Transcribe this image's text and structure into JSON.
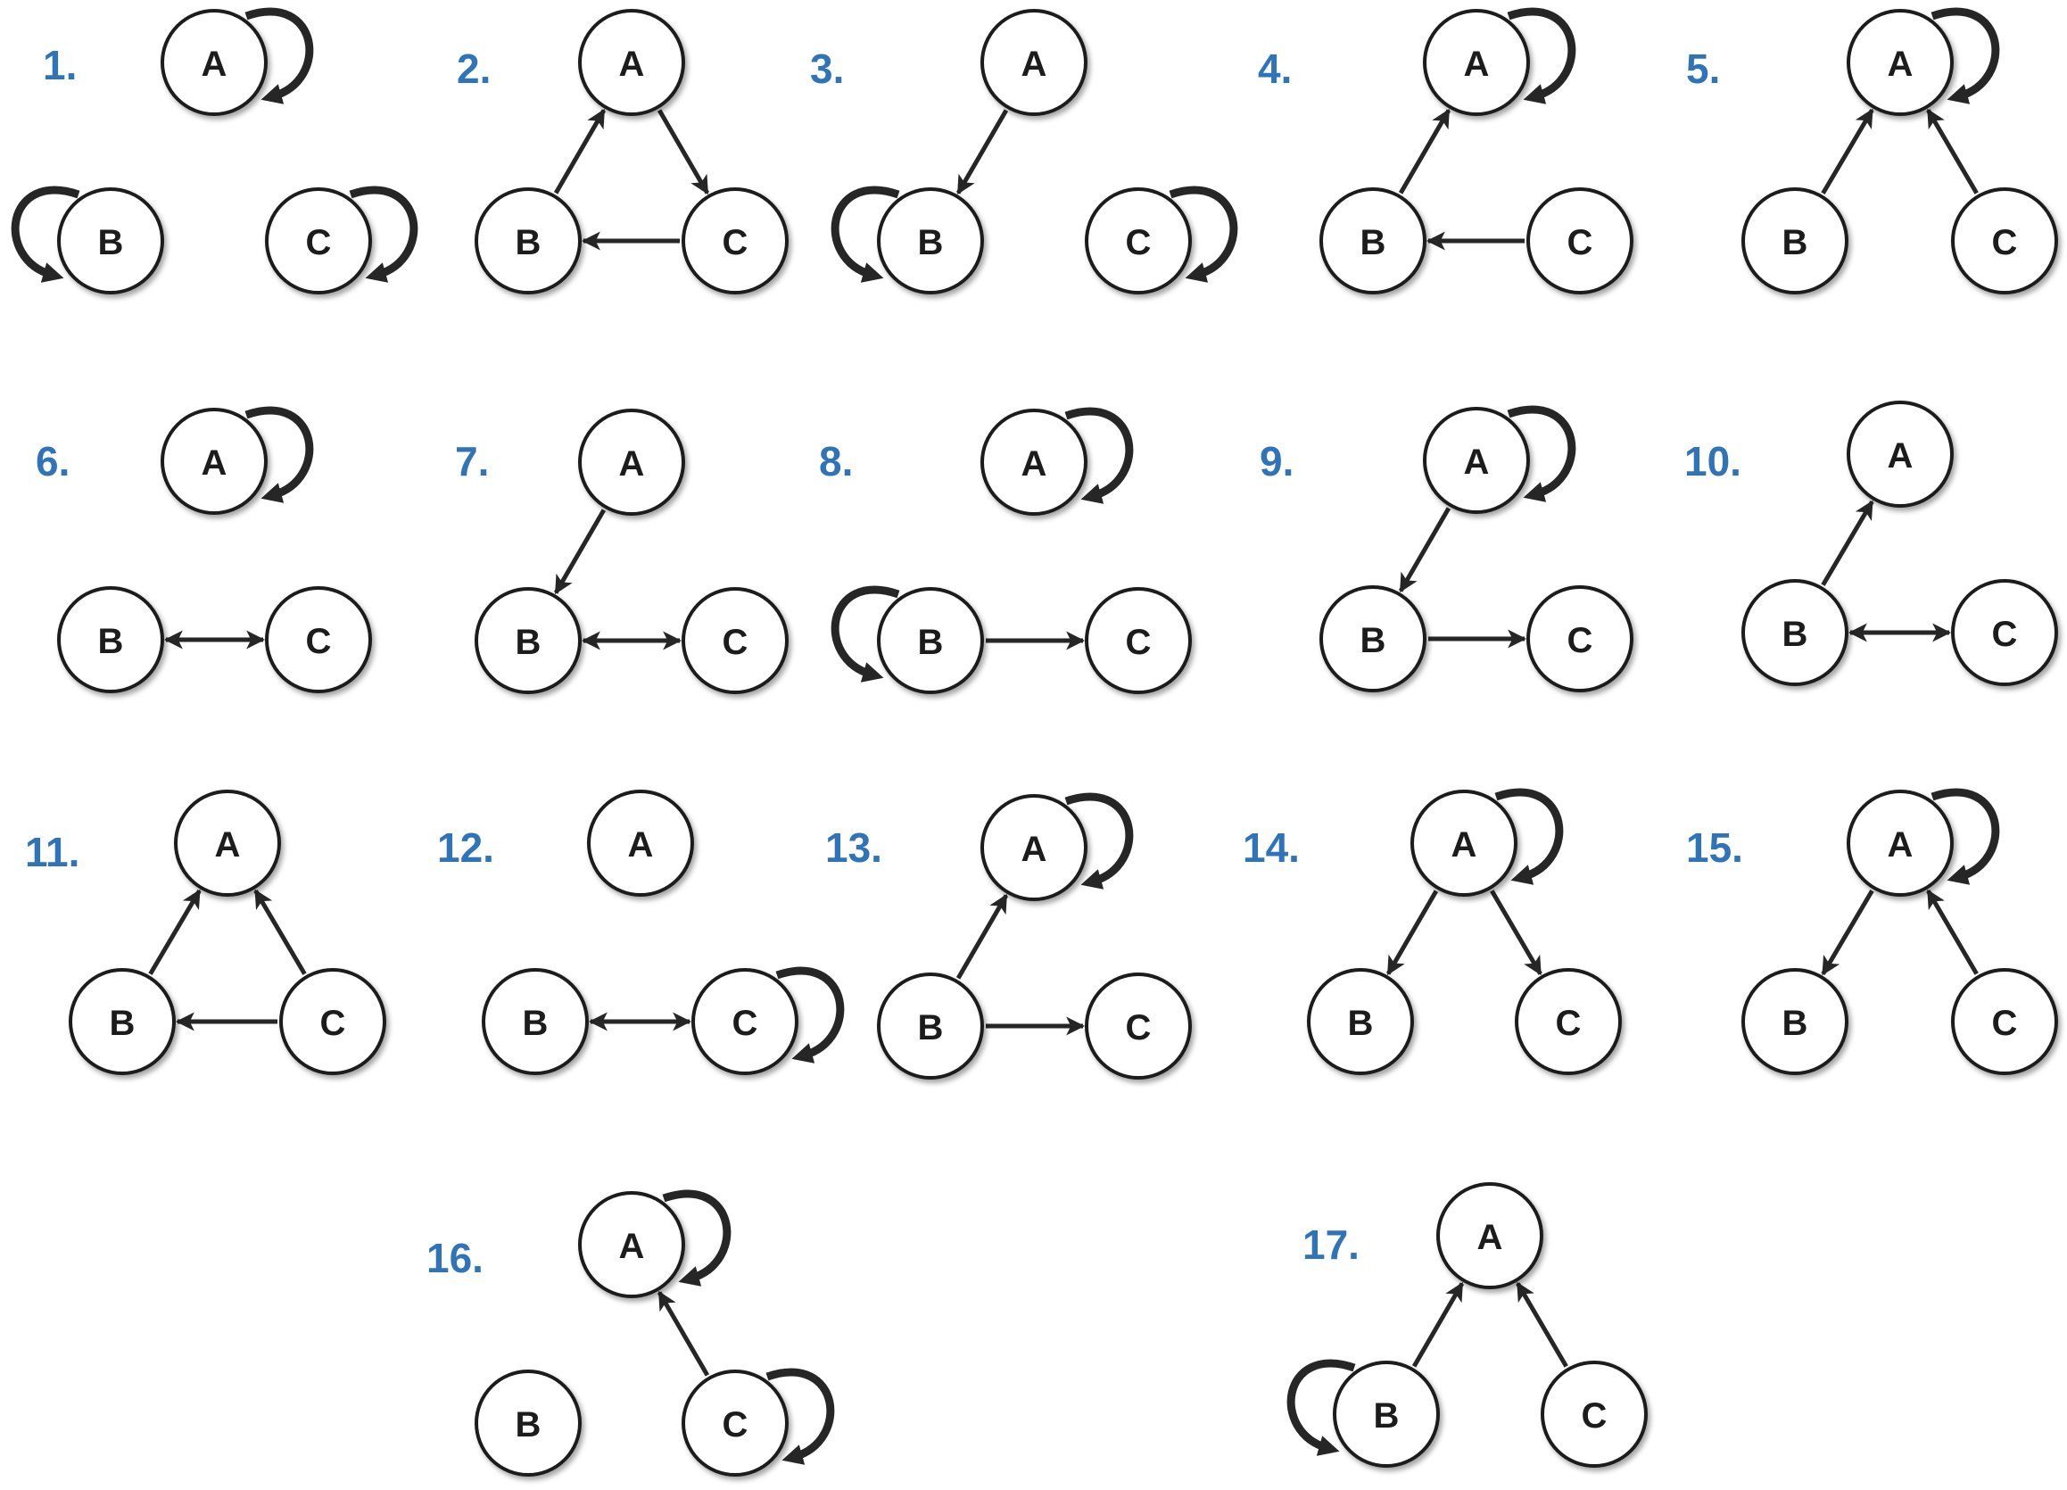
{
  "colors": {
    "number": "#2f74b9",
    "stroke": "#1c1c1c",
    "edge": "#262626",
    "node_fill": "#ffffff"
  },
  "node_labels": {
    "A": "A",
    "B": "B",
    "C": "C"
  },
  "panels": [
    {
      "id": 1,
      "label": "1.",
      "self_loops": [
        "A",
        "B",
        "C"
      ],
      "edges": []
    },
    {
      "id": 2,
      "label": "2.",
      "self_loops": [],
      "edges": [
        {
          "from": "B",
          "to": "A"
        },
        {
          "from": "A",
          "to": "C"
        },
        {
          "from": "C",
          "to": "B"
        }
      ]
    },
    {
      "id": 3,
      "label": "3.",
      "self_loops": [
        "B",
        "C"
      ],
      "edges": [
        {
          "from": "A",
          "to": "B"
        }
      ]
    },
    {
      "id": 4,
      "label": "4.",
      "self_loops": [
        "A"
      ],
      "edges": [
        {
          "from": "B",
          "to": "A"
        },
        {
          "from": "C",
          "to": "B"
        }
      ]
    },
    {
      "id": 5,
      "label": "5.",
      "self_loops": [
        "A"
      ],
      "edges": [
        {
          "from": "B",
          "to": "A"
        },
        {
          "from": "C",
          "to": "A"
        }
      ]
    },
    {
      "id": 6,
      "label": "6.",
      "self_loops": [
        "A"
      ],
      "edges": [
        {
          "from": "B",
          "to": "C",
          "bidirectional": true
        }
      ]
    },
    {
      "id": 7,
      "label": "7.",
      "self_loops": [],
      "edges": [
        {
          "from": "A",
          "to": "B"
        },
        {
          "from": "B",
          "to": "C",
          "bidirectional": true
        }
      ]
    },
    {
      "id": 8,
      "label": "8.",
      "self_loops": [
        "A",
        "B"
      ],
      "edges": [
        {
          "from": "B",
          "to": "C"
        }
      ]
    },
    {
      "id": 9,
      "label": "9.",
      "self_loops": [
        "A"
      ],
      "edges": [
        {
          "from": "A",
          "to": "B"
        },
        {
          "from": "B",
          "to": "C"
        }
      ]
    },
    {
      "id": 10,
      "label": "10.",
      "self_loops": [],
      "edges": [
        {
          "from": "B",
          "to": "A"
        },
        {
          "from": "B",
          "to": "C",
          "bidirectional": true
        }
      ]
    },
    {
      "id": 11,
      "label": "11.",
      "self_loops": [],
      "edges": [
        {
          "from": "B",
          "to": "A"
        },
        {
          "from": "C",
          "to": "A"
        },
        {
          "from": "C",
          "to": "B"
        }
      ]
    },
    {
      "id": 12,
      "label": "12.",
      "self_loops": [
        "C"
      ],
      "edges": [
        {
          "from": "B",
          "to": "C",
          "bidirectional": true
        }
      ]
    },
    {
      "id": 13,
      "label": "13.",
      "self_loops": [
        "A"
      ],
      "edges": [
        {
          "from": "B",
          "to": "A"
        },
        {
          "from": "B",
          "to": "C"
        }
      ]
    },
    {
      "id": 14,
      "label": "14.",
      "self_loops": [
        "A"
      ],
      "edges": [
        {
          "from": "A",
          "to": "B"
        },
        {
          "from": "A",
          "to": "C"
        }
      ]
    },
    {
      "id": 15,
      "label": "15.",
      "self_loops": [
        "A"
      ],
      "edges": [
        {
          "from": "A",
          "to": "B"
        },
        {
          "from": "C",
          "to": "A"
        }
      ]
    },
    {
      "id": 16,
      "label": "16.",
      "self_loops": [
        "A",
        "C"
      ],
      "edges": [
        {
          "from": "C",
          "to": "A"
        }
      ]
    },
    {
      "id": 17,
      "label": "17.",
      "self_loops": [
        "B"
      ],
      "edges": [
        {
          "from": "B",
          "to": "A"
        },
        {
          "from": "C",
          "to": "A"
        }
      ]
    }
  ]
}
